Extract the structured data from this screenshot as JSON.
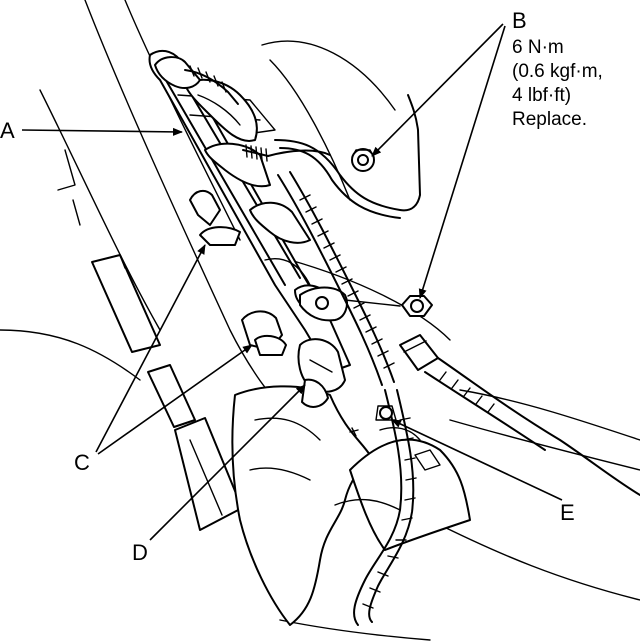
{
  "labels": {
    "A": "A",
    "B": "B",
    "C": "C",
    "D": "D",
    "E": "E"
  },
  "torque_spec": {
    "line1": "6 N·m",
    "line2": "(0.6 kgf·m,",
    "line3": "4 lbf·ft)",
    "line4": "Replace."
  },
  "colors": {
    "ink": "#000000",
    "paper": "#ffffff"
  }
}
